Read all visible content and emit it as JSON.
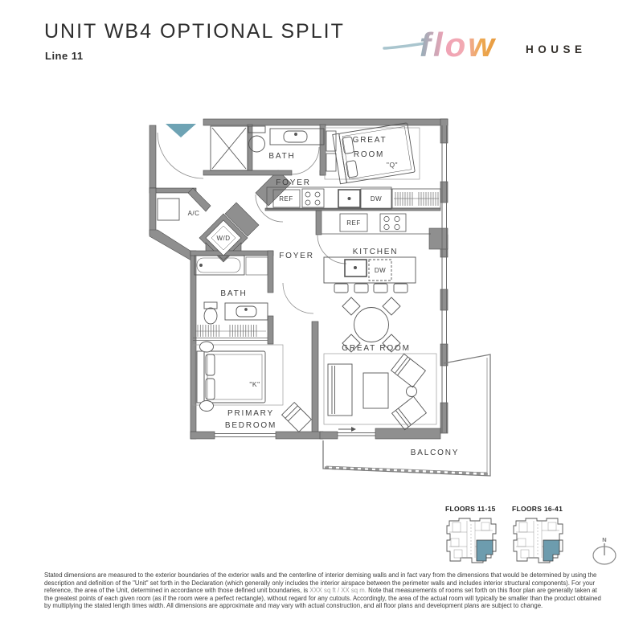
{
  "header": {
    "title": "UNIT WB4 OPTIONAL SPLIT",
    "subtitle": "Line 11"
  },
  "logo": {
    "script_word": "flow",
    "word": "HOUSE"
  },
  "floorplan": {
    "rooms": {
      "bath_upper": "BATH",
      "foyer_upper": "FOYER",
      "great_room_upper_1": "GREAT",
      "great_room_upper_2": "ROOM",
      "foyer_lower": "FOYER",
      "kitchen": "KITCHEN",
      "bath_lower": "BATH",
      "primary_1": "PRIMARY",
      "primary_2": "BEDROOM",
      "great_room_lower": "GREAT ROOM",
      "balcony": "BALCONY"
    },
    "fixtures": {
      "ref_upper": "REF",
      "dw_upper": "DW",
      "ref_lower": "REF",
      "dw_island": "DW",
      "ac": "A/C",
      "wd": "W/D",
      "bed_queen": "\"Q\"",
      "bed_king": "\"K\""
    }
  },
  "keyplans": {
    "left": {
      "label": "FLOORS 11-15"
    },
    "right": {
      "label": "FLOORS 16-41"
    }
  },
  "compass": {
    "label": "N"
  },
  "disclaimer": {
    "before": "Stated dimensions are measured to the exterior boundaries of the exterior walls and the centerline of interior demising walls  and in fact vary from the dimensions that would be determined by using the description and definition of the \"Unit\" set forth in the Declaration (which generally only includes the interior airspace between the perimeter walls  and includes interior structural components).  For your reference, the area of the Unit, determined in accordance with those defined unit boundaries, is ",
    "area_placeholder": "XXX sq ft / XX sq m.",
    "after": "  Note that measurements of rooms set forth on this floor plan are generally taken at the greatest points of each given room (as if the room were a perfect rectangle), without regard for any cutouts.  Accordingly, the area of the actual room will typically be smaller than the product obtained by multiplying the stated length times width.  All dimensions are approximate and may vary with actual construction, and all floor plans  and development plans are subject to change."
  },
  "colors": {
    "accent_teal": "#6ea3b4",
    "keyplan_teal": "#6d9cae",
    "wall_gray": "#8f8f8f",
    "logo_blue": "#9db9c3",
    "logo_pink": "#f0a3b6",
    "logo_orange": "#eda74e",
    "logo_brown": "#7a4e28"
  }
}
